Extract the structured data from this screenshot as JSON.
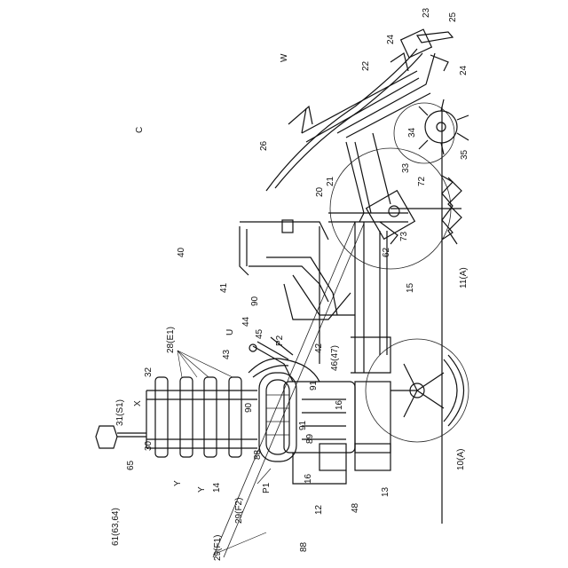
{
  "figure": {
    "labels": {
      "C": "C",
      "W": "W",
      "n40": "40",
      "n26": "26",
      "n21": "21",
      "n20": "20",
      "n22": "22",
      "n23": "23",
      "n25": "25",
      "n24a": "24",
      "n24b": "24",
      "n34": "34",
      "n33": "33",
      "n35": "35",
      "n72": "72",
      "n73": "73",
      "n62": "62",
      "n11A": "11(A)",
      "n15": "15",
      "n41": "41",
      "n90a": "90",
      "n90b": "90",
      "n44": "44",
      "n45": "45",
      "nU": "U",
      "nP2": "P2",
      "n43": "43",
      "n42": "42",
      "n4647": "46(47)",
      "n91a": "91",
      "n91b": "91",
      "n16a": "16",
      "n16b": "16",
      "n28E1": "28(E1)",
      "n32": "32",
      "n31S1": "31(S1)",
      "nX": "X",
      "n30": "30",
      "n89": "89",
      "n88a": "88",
      "n88b": "88",
      "n65": "65",
      "n616364": "61(63,64)",
      "nYa": "Y",
      "nYb": "Y",
      "n14": "14",
      "n29F2": "29(F2)",
      "nP1": "P1",
      "n12": "12",
      "n48": "48",
      "n13": "13",
      "n10A": "10(A)",
      "n29F1": "29(F1)"
    }
  }
}
